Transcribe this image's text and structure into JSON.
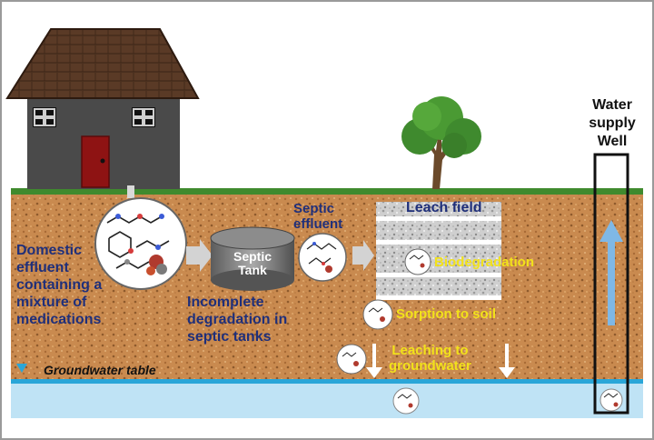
{
  "labels": {
    "domestic_effluent": [
      "Domestic",
      "effluent",
      "containing a",
      "mixture of",
      "medications"
    ],
    "septic_tank": [
      "Septic",
      "Tank"
    ],
    "incomplete_degradation": [
      "Incomplete",
      "degradation in",
      "septic tanks"
    ],
    "septic_effluent": [
      "Septic",
      "effluent"
    ],
    "leach_field": "Leach field",
    "biodegradation": "Biodegradation",
    "sorption": "Sorption to soil",
    "leaching": [
      "Leaching to",
      "groundwater"
    ],
    "groundwater_table": "Groundwater table",
    "water_supply_well": [
      "Water",
      "supply",
      "Well"
    ]
  },
  "icons": {
    "house": "house-icon",
    "tree": "tree-icon",
    "septic_tank": "septic-tank-icon",
    "molecule": "molecule-icon",
    "arrow": "arrow-right-icon",
    "well": "well-icon"
  },
  "colors": {
    "soil": "#c98a4f",
    "grass": "#3f8a2e",
    "groundwater": "#bfe3f5",
    "water_line": "#2aa6d8",
    "text_navy": "#1f2f7a",
    "text_yellow": "#f2e21a",
    "well_arrow": "#7fb8e6"
  }
}
